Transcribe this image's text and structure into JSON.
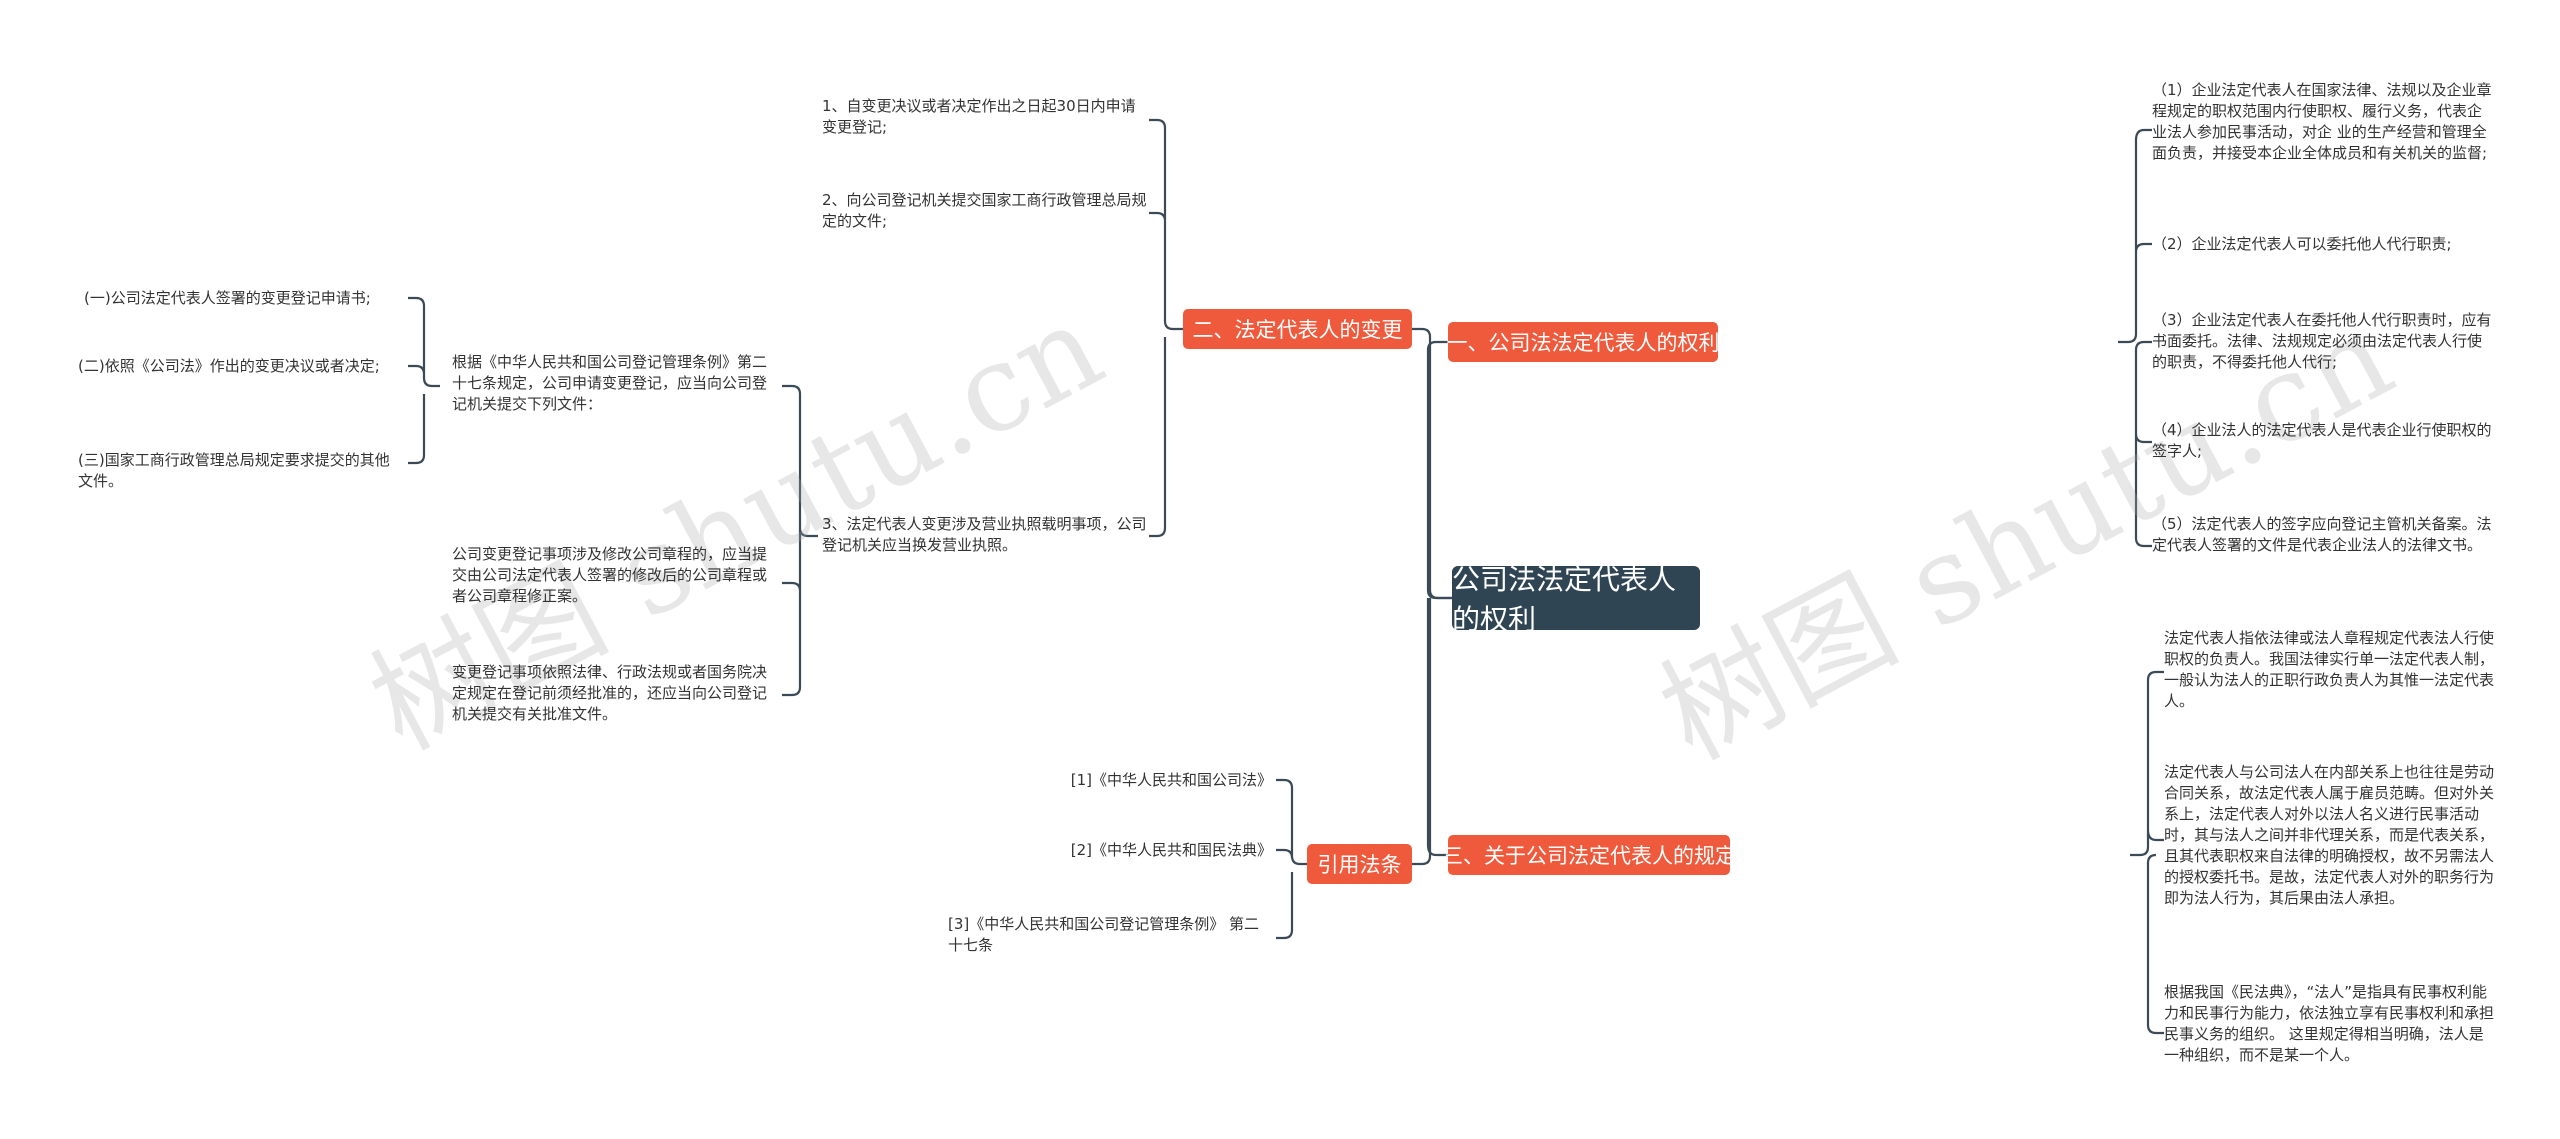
{
  "root": {
    "title": "公司法法定代表人的权利"
  },
  "branches": {
    "rights": {
      "title": "一、公司法法定代表人的权利"
    },
    "change": {
      "title": "二、法定代表人的变更"
    },
    "rules": {
      "title": "三、关于公司法定代表人的规定"
    },
    "refs": {
      "title": "引用法条"
    }
  },
  "rights_items": [
    "（1）企业法定代表人在国家法律、法规以及企业章程规定的职权范围内行使职权、履行义务，代表企业法人参加民事活动，对企 业的生产经营和管理全面负责，并接受本企业全体成员和有关机关的监督;",
    "（2）企业法定代表人可以委托他人代行职责;",
    "（3）企业法定代表人在委托他人代行职责时，应有书面委托。法律、法规规定必须由法定代表人行使的职责，不得委托他人代行;",
    "（4）企业法人的法定代表人是代表企业行使职权的签字人;",
    "（5）法定代表人的签字应向登记主管机关备案。法定代表人签署的文件是代表企业法人的法律文书。"
  ],
  "change_items": {
    "item1": "1、自变更决议或者决定作出之日起30日内申请变更登记;",
    "item2": "2、向公司登记机关提交国家工商行政管理总局规定的文件;",
    "item3": "3、法定代表人变更涉及营业执照载明事项，公司登记机关应当换发营业执照。",
    "sub_a": "根据《中华人民共和国公司登记管理条例》第二十七条规定，公司申请变更登记，应当向公司登记机关提交下列文件：",
    "sub_b": "公司变更登记事项涉及修改公司章程的，应当提交由公司法定代表人签署的修改后的公司章程或者公司章程修正案。",
    "sub_c": "变更登记事项依照法律、行政法规或者国务院决定规定在登记前须经批准的，还应当向公司登记机关提交有关批准文件。",
    "doc1": "(一)公司法定代表人签署的变更登记申请书;",
    "doc2": "(二)依照《公司法》作出的变更决议或者决定;",
    "doc3": "(三)国家工商行政管理总局规定要求提交的其他文件。"
  },
  "rules_items": [
    "法定代表人指依法律或法人章程规定代表法人行使职权的负责人。我国法律实行单一法定代表人制，一般认为法人的正职行政负责人为其惟一法定代表人。",
    "法定代表人与公司法人在内部关系上也往往是劳动合同关系，故法定代表人属于雇员范畴。但对外关系上，法定代表人对外以法人名义进行民事活动时，其与法人之间并非代理关系，而是代表关系，且其代表职权来自法律的明确授权，故不另需法人的授权委托书。是故，法定代表人对外的职务行为即为法人行为，其后果由法人承担。",
    "根据我国《民法典》，“法人”是指具有民事权利能力和民事行为能力，依法独立享有民事权利和承担民事义务的组织。 这里规定得相当明确，法人是一种组织，而不是某一个人。"
  ],
  "refs_items": [
    "[1]《中华人民共和国公司法》",
    "[2]《中华人民共和国民法典》",
    "[3]《中华人民共和国公司登记管理条例》 第二十七条"
  ],
  "watermark": {
    "left": "树图 shutu.cn",
    "right": "树图 shutu.cn"
  },
  "colors": {
    "root": "#2f4554",
    "branch": "#ef5a3c",
    "line": "#3b4a57"
  }
}
